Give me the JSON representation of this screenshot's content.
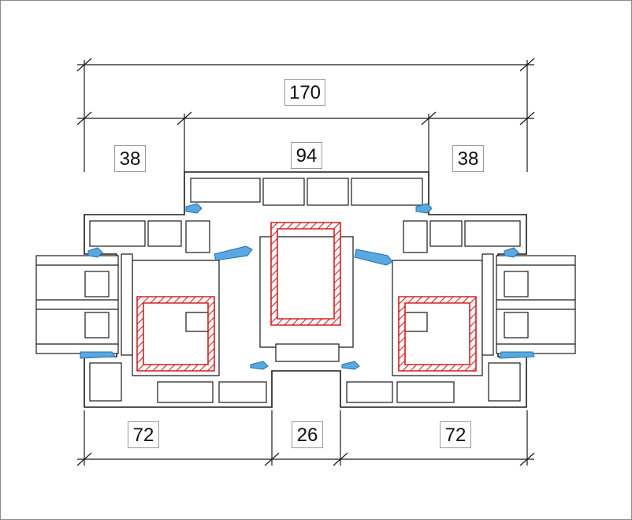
{
  "diagram": {
    "dimensions": {
      "overall_width": "170",
      "left_frame": "38",
      "center": "94",
      "right_frame": "38",
      "left_sash": "72",
      "gap": "26",
      "right_sash": "72"
    },
    "colors": {
      "profile_stroke": "#1a1a1a",
      "steel_reinforcement": "#d42020",
      "gasket": "#5aa8e0",
      "background": "#ffffff"
    }
  }
}
